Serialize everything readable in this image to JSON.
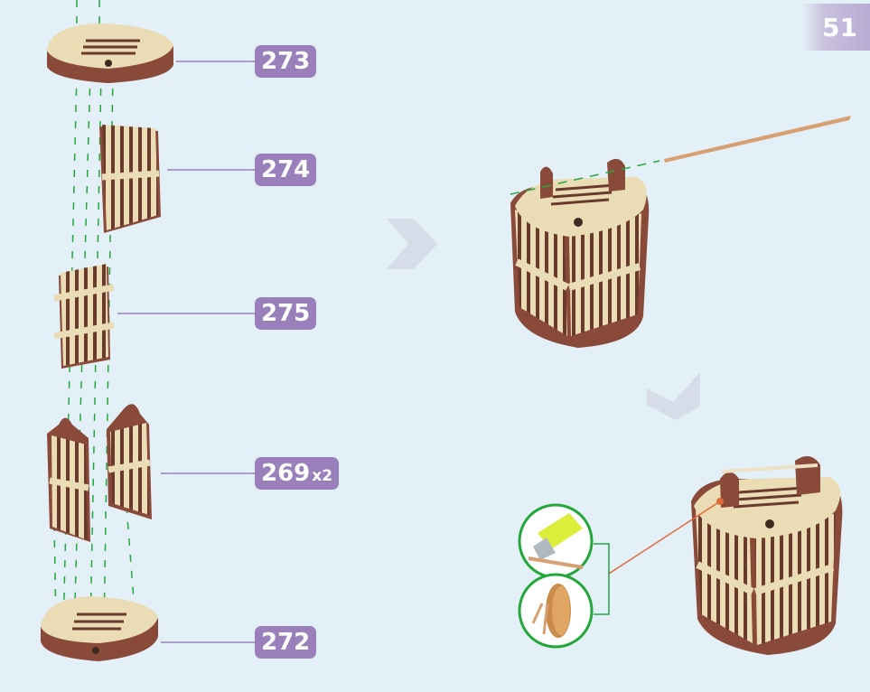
{
  "page_number": "51",
  "parts": [
    {
      "id": "273",
      "qty": ""
    },
    {
      "id": "274",
      "qty": ""
    },
    {
      "id": "275",
      "qty": ""
    },
    {
      "id": "269",
      "qty": "x2"
    },
    {
      "id": "272",
      "qty": ""
    }
  ],
  "colors": {
    "background": "#e4f0f8",
    "label": "#9a80bb",
    "wood_light": "#eadcb4",
    "wood_dark": "#8a4a3a",
    "guide": "#22a83a",
    "arrow": "#d7dde8"
  }
}
